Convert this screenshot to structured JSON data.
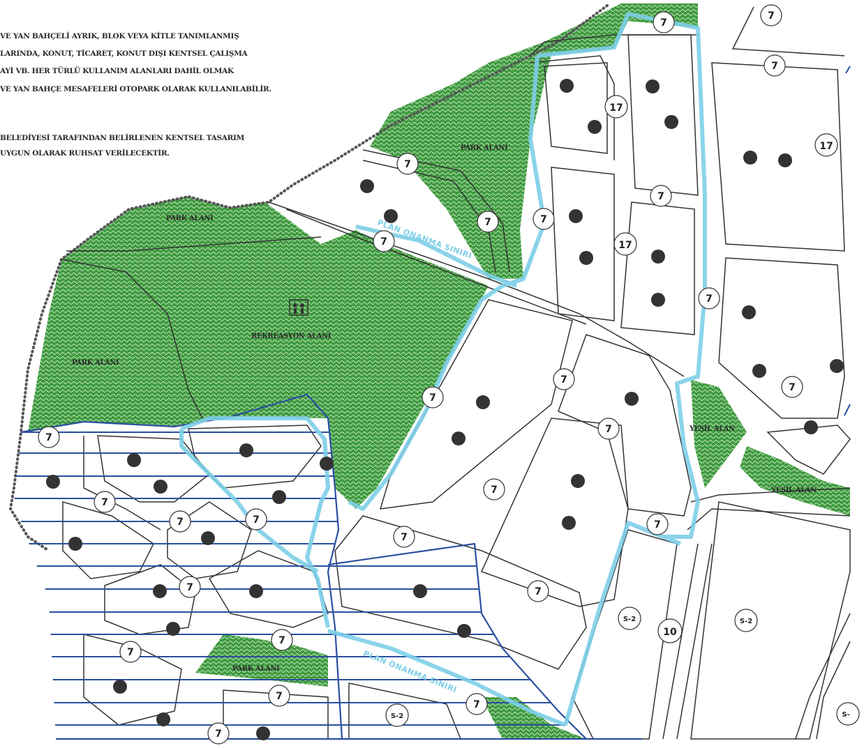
{
  "notes": [
    "VE YAN BAHÇELİ AYRIK, BLOK VEYA KİTLE TANIMLANMIŞ",
    "LARINDA, KONUT, TİCARET, KONUT DIŞI KENTSEL ÇALIŞMA",
    "AYİ VB. HER TÜRLÜ KULLANIM ALANLARI DAHİL OLMAK",
    "VE YAN BAHÇE MESAFELERİ OTOPARK OLARAK KULLANILABİLİR.",
    "BELEDİYESİ TARAFINDAN BELİRLENEN KENTSEL TASARIM",
    "UYGUN OLARAK RUHSAT VERİLECEKTİR."
  ],
  "labels": {
    "park_alani": "PARK ALANI",
    "rekreasyon_alani": "REKREASYON ALANI",
    "yesil_alan": "YEŞİL ALAN",
    "plan_siniri": "PLAN ONANMA SINIRI",
    "park_alani_top": "PARK ALANI"
  },
  "road_codes": {
    "seven": "7",
    "ten": "10",
    "seventeen": "17"
  },
  "zones": {
    "s2": "S-2",
    "s_partial": "S-"
  },
  "colors": {
    "green_area": "#3f9b3f",
    "green_texture": "#2e7d32",
    "plan_boundary": "#7ecfe8",
    "hatch_lines": "#2a4fa0",
    "road_lines": "#333333"
  },
  "icons": [
    "tree-symbol-icon",
    "recreation-symbol-icon"
  ]
}
